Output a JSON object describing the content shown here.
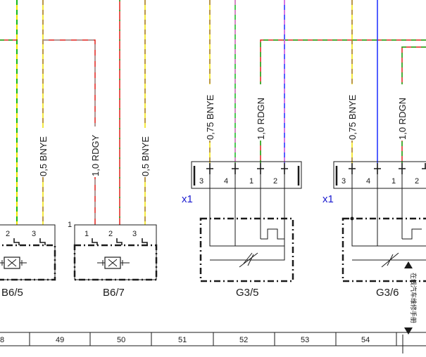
{
  "colors": {
    "RD": "#e0201c",
    "GN": "#12b81c",
    "YE": "#f0e400",
    "BN": "#a57838",
    "GY": "#9a9a9a",
    "PK": "#f06ad8",
    "BU": "#1a2cff",
    "black": "#1a1a1a",
    "connector_label": "#1a1ad0"
  },
  "wire_labels": {
    "w1": "0,5 BNYE",
    "w2": "1,0 RDGY",
    "w3": "0,5 BNYE",
    "w4": "0,75 BNYE",
    "w5": "1,0 RDGN",
    "w6": "0,75 BNYE",
    "w7": "1,0 RDGN"
  },
  "components": {
    "b65": "B6/5",
    "b67": "B6/7",
    "g35": "G3/5",
    "g36": "G3/6"
  },
  "connectors": {
    "x1a": "x1",
    "x1b": "x1"
  },
  "b65_pins": [
    "2",
    "3"
  ],
  "b67_pins": [
    "1",
    "2",
    "3"
  ],
  "b67_marker": "1",
  "g35_pins": [
    "3",
    "4",
    "1",
    "2"
  ],
  "g36_pins": [
    "3",
    "4",
    "1",
    "2"
  ],
  "grid_columns": [
    "8",
    "49",
    "50",
    "51",
    "52",
    "53",
    "54"
  ],
  "side_text": "在线汽车维修手册"
}
